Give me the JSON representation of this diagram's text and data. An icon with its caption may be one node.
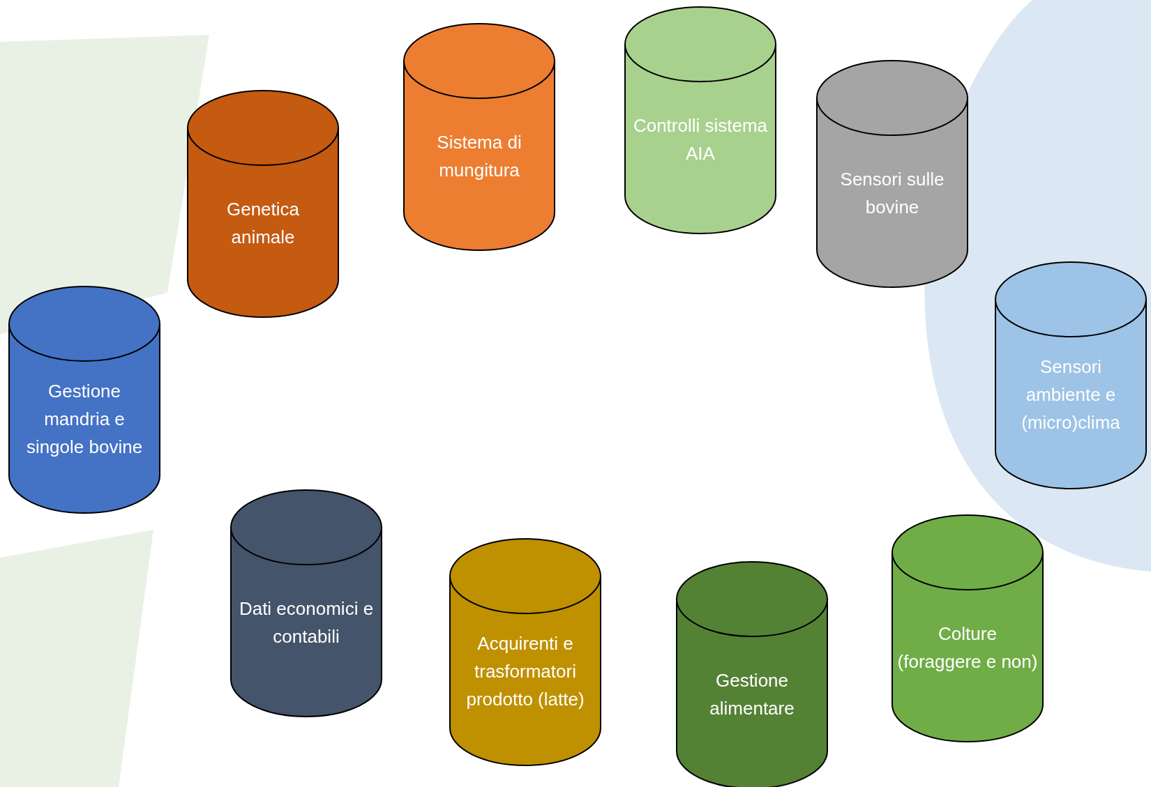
{
  "diagram": {
    "nodes": [
      {
        "text": [
          "Gestione mandria e singole bovine"
        ]
      },
      {
        "text": [
          "Genetica animale"
        ]
      },
      {
        "text": [
          "Sistema di mungitura"
        ]
      },
      {
        "text": [
          "Controlli sistema AIA"
        ]
      },
      {
        "text": [
          "Sensori sulle bovine"
        ]
      },
      {
        "text": [
          "Sensori ambiente e (micro)clima"
        ]
      },
      {
        "text": [
          "Colture (foraggere e non)"
        ]
      },
      {
        "text": [
          "Gestione alimentare"
        ]
      },
      {
        "text": [
          "Acquirenti e trasformatori prodotto (latte)"
        ]
      },
      {
        "text": [
          "Dati economici e contabili"
        ]
      }
    ]
  }
}
